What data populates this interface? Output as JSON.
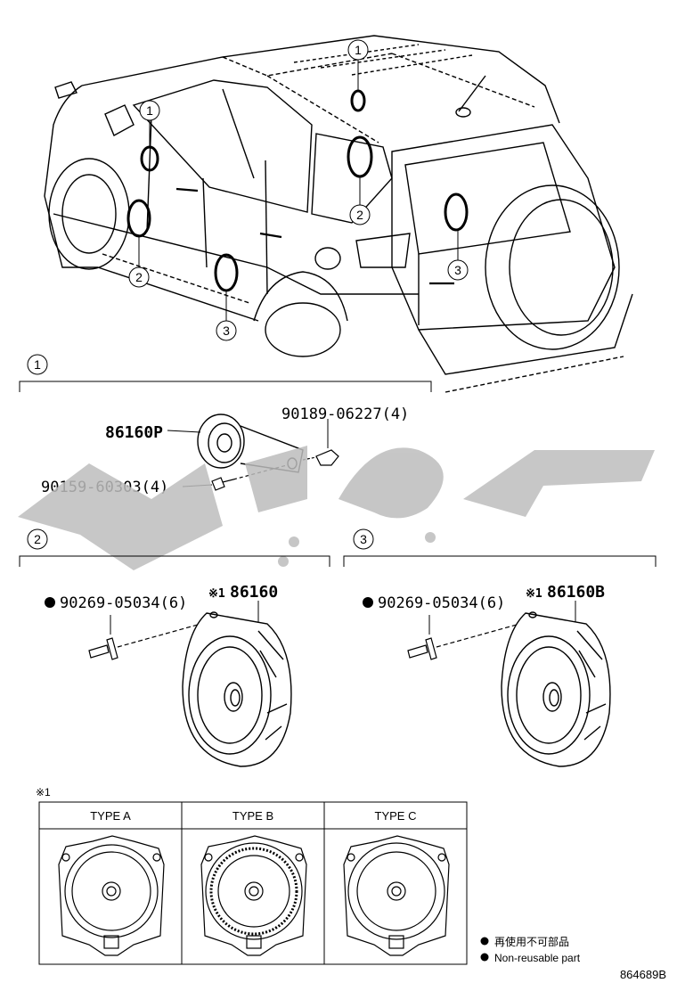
{
  "callouts": {
    "c1": "1",
    "c2": "2",
    "c3": "3"
  },
  "section_markers": {
    "s1": "1",
    "s2": "2",
    "s3": "3"
  },
  "parts": {
    "p86160P": "86160P",
    "p90189": "90189-06227(4)",
    "p90159": "90159-60303(4)",
    "p90269_left": "90269-05034(6)",
    "p86160": "86160",
    "p90269_right": "90269-05034(6)",
    "p86160B": "86160B"
  },
  "note_marks": {
    "m_left": "※1",
    "m_right": "※1",
    "m_table": "※1"
  },
  "type_table": {
    "headers": [
      "TYPE A",
      "TYPE B",
      "TYPE C"
    ]
  },
  "legend": {
    "jp": "再使用不可部品",
    "en": "Non-reusable part"
  },
  "reference_number": "864689B",
  "watermark_text": "ابراهيم",
  "colors": {
    "line": "#000000",
    "watermark": "#bdbdbd"
  }
}
